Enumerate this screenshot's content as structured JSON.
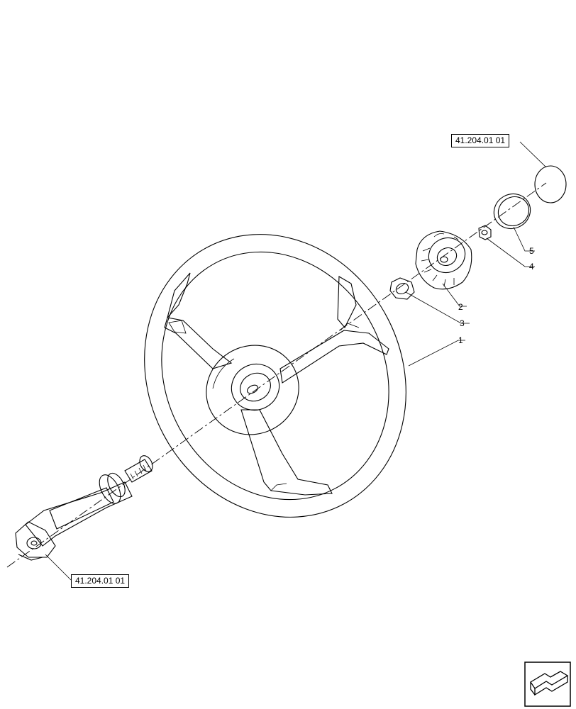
{
  "diagram": {
    "references": {
      "top_ref": "41.204.01 01",
      "bottom_ref": "41.204.01 01"
    },
    "callouts": [
      {
        "id": "1",
        "label": "1"
      },
      {
        "id": "2",
        "label": "2"
      },
      {
        "id": "3",
        "label": "3"
      },
      {
        "id": "4",
        "label": "4"
      },
      {
        "id": "5",
        "label": "5"
      }
    ],
    "nav_icon": "next-page-arrow-icon"
  }
}
